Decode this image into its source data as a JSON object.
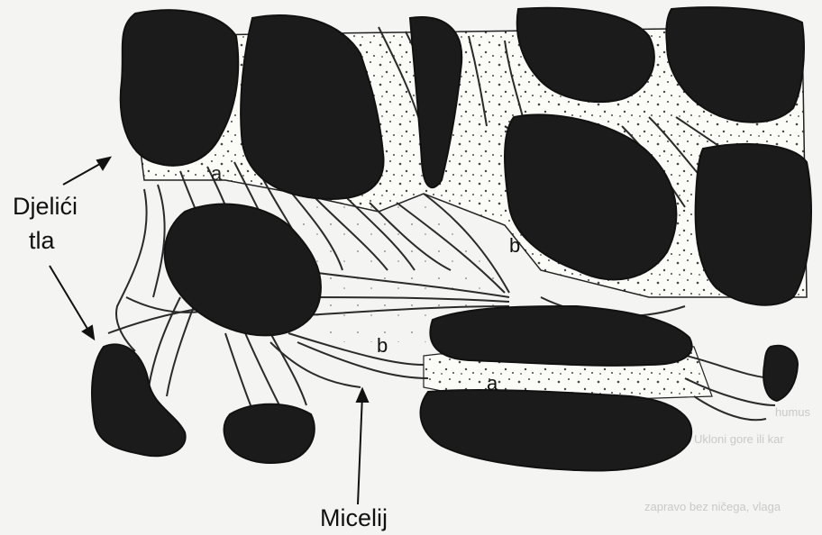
{
  "labels": {
    "particles_line1": "Djelići",
    "particles_line2": "tla",
    "mycelium": "Micelij",
    "a_top": "a",
    "b_upper": "b",
    "b_lower": "b",
    "a_lower": "a"
  },
  "bleed_text": {
    "line1": "humus",
    "line2": "Ukloni gore ili kar",
    "line3": "zapravo bez ničega, vlaga"
  },
  "colors": {
    "aggregate": "#1b1b1b",
    "pore_space": "#fbfbf7",
    "hyphae": "#2a2a2a",
    "background": "#f4f4f2"
  }
}
